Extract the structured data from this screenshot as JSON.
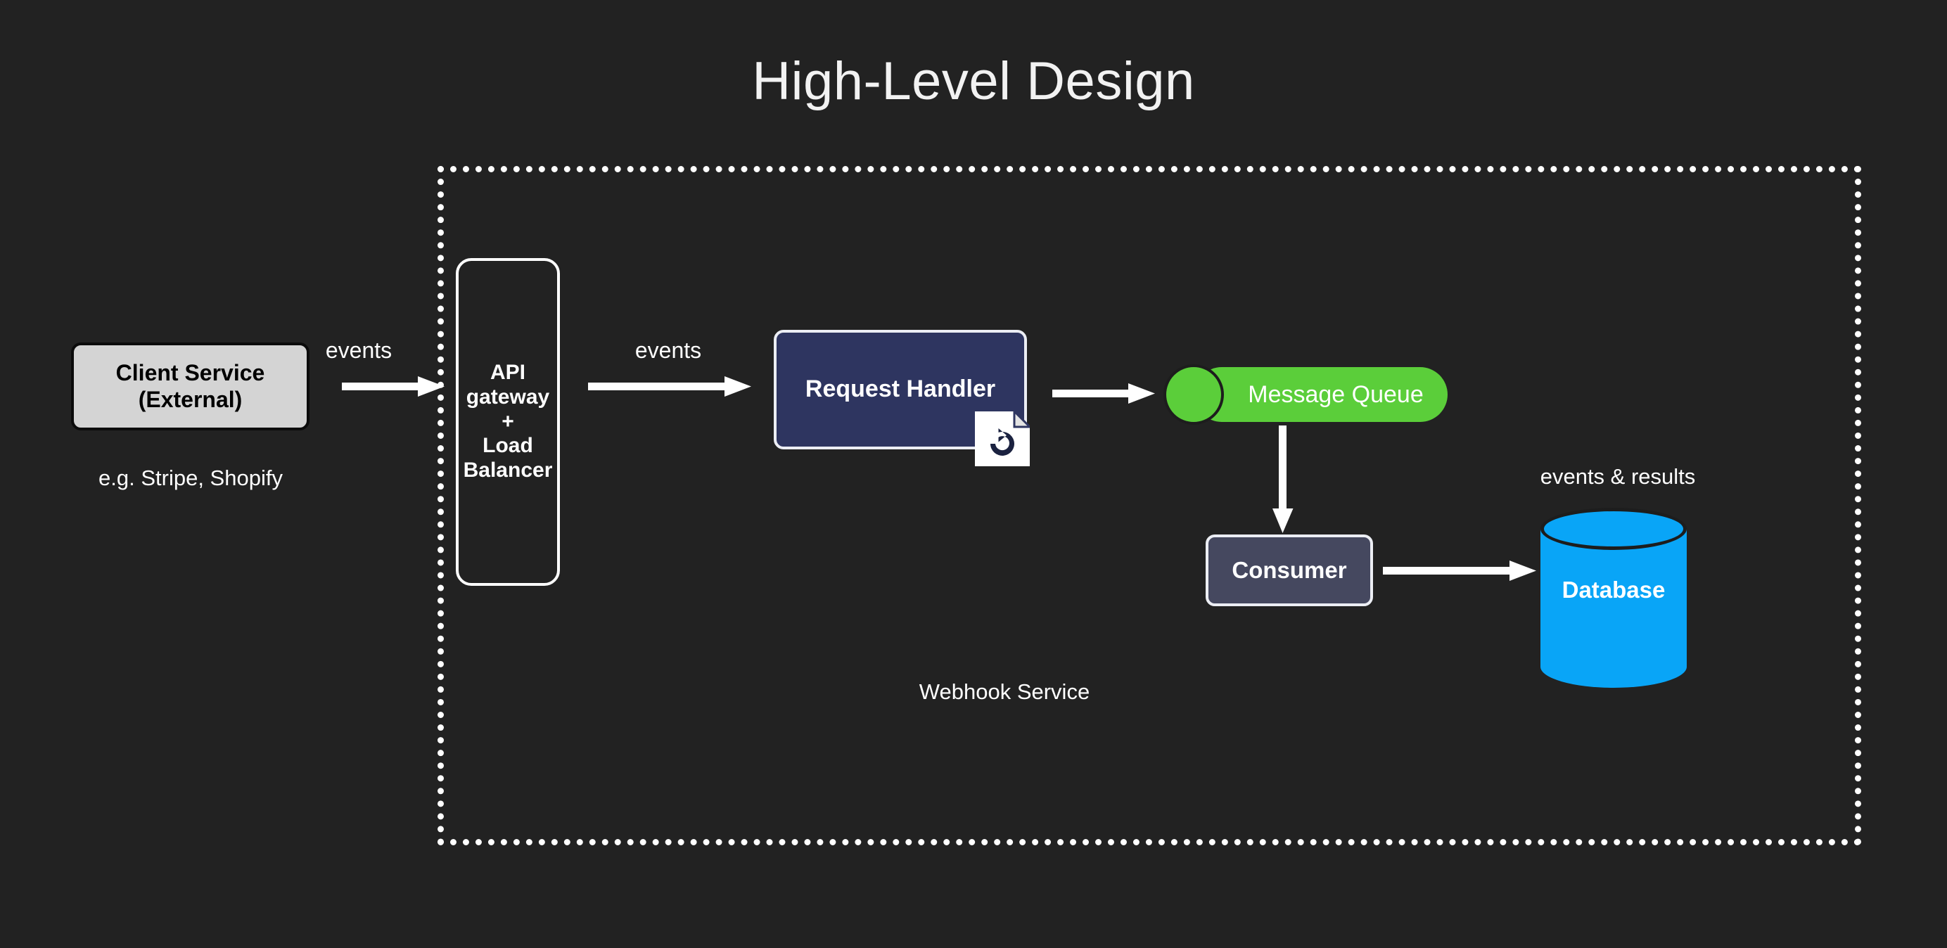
{
  "page": {
    "title": "High-Level Design",
    "background_color": "#222222"
  },
  "diagram": {
    "boundary": {
      "label": "Webhook Service",
      "border_style": "dotted",
      "border_color": "#ffffff"
    },
    "nodes": [
      {
        "id": "client-service",
        "label_line1": "Client Service",
        "label_line2": "(External)",
        "caption": "e.g. Stripe, Shopify",
        "shape": "rounded-rect",
        "fill": "#d4d4d4",
        "stroke": "#0b0b0b",
        "text_color": "#000000"
      },
      {
        "id": "api-gateway",
        "label_line1": "API",
        "label_line2": "gateway",
        "label_line3": "+",
        "label_line4": "Load",
        "label_line5": "Balancer",
        "shape": "rounded-rect",
        "fill": "transparent",
        "stroke": "#ffffff",
        "text_color": "#ffffff"
      },
      {
        "id": "request-handler",
        "label": "Request Handler",
        "shape": "rounded-rect",
        "fill": "#2e3560",
        "stroke": "#eceef4",
        "text_color": "#ffffff",
        "badge_icon": "retry-document-icon"
      },
      {
        "id": "message-queue",
        "label": "Message Queue",
        "shape": "queue-pill",
        "fill": "#5bce3a",
        "stroke": "#1d1d1d",
        "text_color": "#ffffff"
      },
      {
        "id": "consumer",
        "label": "Consumer",
        "shape": "rounded-rect",
        "fill": "#45485f",
        "stroke": "#eceef4",
        "text_color": "#ffffff"
      },
      {
        "id": "database",
        "label": "Database",
        "caption": "events & results",
        "shape": "cylinder",
        "fill": "#09a5f7",
        "stroke": "#1d1d1d",
        "text_color": "#ffffff"
      }
    ],
    "edges": [
      {
        "id": "client-to-gateway",
        "label": "events",
        "direction": "right"
      },
      {
        "id": "gateway-to-handler",
        "label": "events",
        "direction": "right"
      },
      {
        "id": "handler-to-queue",
        "label": "",
        "direction": "right"
      },
      {
        "id": "queue-to-consumer",
        "label": "",
        "direction": "down"
      },
      {
        "id": "consumer-to-db",
        "label": "",
        "direction": "right"
      }
    ]
  }
}
